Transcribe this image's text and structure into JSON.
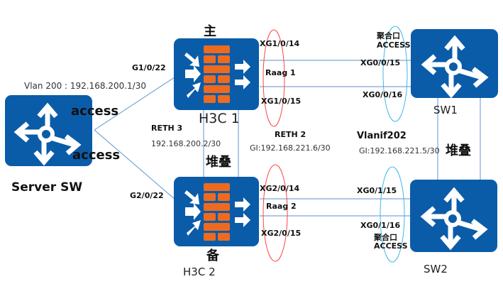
{
  "colors": {
    "device_blue": "#0a5ca8",
    "firewall_orange": "#ee6a1f",
    "link_line": "#7aa7d8",
    "red_ellipse": "#ff4444",
    "blue_ellipse": "#3fb8ea"
  },
  "devices": {
    "server_sw": {
      "name": "Server   SW",
      "icon": "switch-icon"
    },
    "h3c1": {
      "name": "H3C 1",
      "role": "主",
      "icon": "firewall-icon"
    },
    "h3c2": {
      "name": "H3C 2",
      "role": "备",
      "icon": "firewall-icon"
    },
    "sw1": {
      "name": "SW1",
      "icon": "switch-icon"
    },
    "sw2": {
      "name": "SW2",
      "icon": "switch-icon"
    }
  },
  "labels": {
    "vlan200": "Vlan 200 :  192.168.200.1/30",
    "access_top": "access",
    "access_bottom": "access",
    "g1_0_22": "G1/0/22",
    "g2_0_22": "G2/0/22",
    "reth3": "RETH 3",
    "reth3_ip": "192.168.200.2/30",
    "stack_fw": "堆叠",
    "stack_sw": "堆叠",
    "xg1_0_14": "XG1/0/14",
    "raag1": "Raag 1",
    "xg1_0_15": "XG1/0/15",
    "reth2": "RETH 2",
    "reth2_ip": "GI:192.168.221.6/30",
    "xg2_0_14": "XG2/0/14",
    "raag2": "Raag 2",
    "xg2_0_15": "XG2/0/15",
    "agg_top_cn": "聚合口",
    "agg_top_mode": "ACCESS",
    "xg0_0_15": "XG0/0/15",
    "xg0_0_16": "XG0/0/16",
    "vlanif202": "Vlanif202",
    "vlanif202_ip": "GI:192.168.221.5/30",
    "xg0_1_15": "XG0/1/15",
    "xg0_1_16": "XG0/1/16",
    "agg_bot_cn": "聚合口",
    "agg_bot_mode": "ACCESS"
  }
}
